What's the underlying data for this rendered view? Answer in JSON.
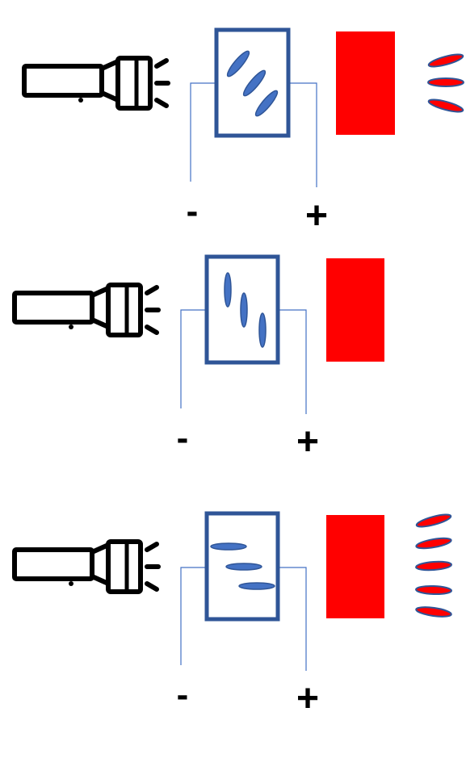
{
  "colors": {
    "background": "#ffffff",
    "flashlight": "#000000",
    "cell_border": "#2f5597",
    "molecule_fill": "#4472c4",
    "molecule_stroke": "#2f5597",
    "wire": "#4472c4",
    "filter": "#ff0000",
    "output_light_fill": "#ff0000",
    "output_light_stroke": "#2f5597"
  },
  "icons": {
    "light_source": "flashlight-icon"
  },
  "panels": [
    {
      "molecule_orientation": "diagonal",
      "light_output": "partial",
      "output_waves": 3,
      "terminals": {
        "negative_label": "-",
        "positive_label": "+"
      }
    },
    {
      "molecule_orientation": "vertical",
      "light_output": "none",
      "output_waves": 0,
      "terminals": {
        "negative_label": "-",
        "positive_label": "+"
      }
    },
    {
      "molecule_orientation": "horizontal",
      "light_output": "full",
      "output_waves": 5,
      "terminals": {
        "negative_label": "-",
        "positive_label": "+"
      }
    }
  ]
}
